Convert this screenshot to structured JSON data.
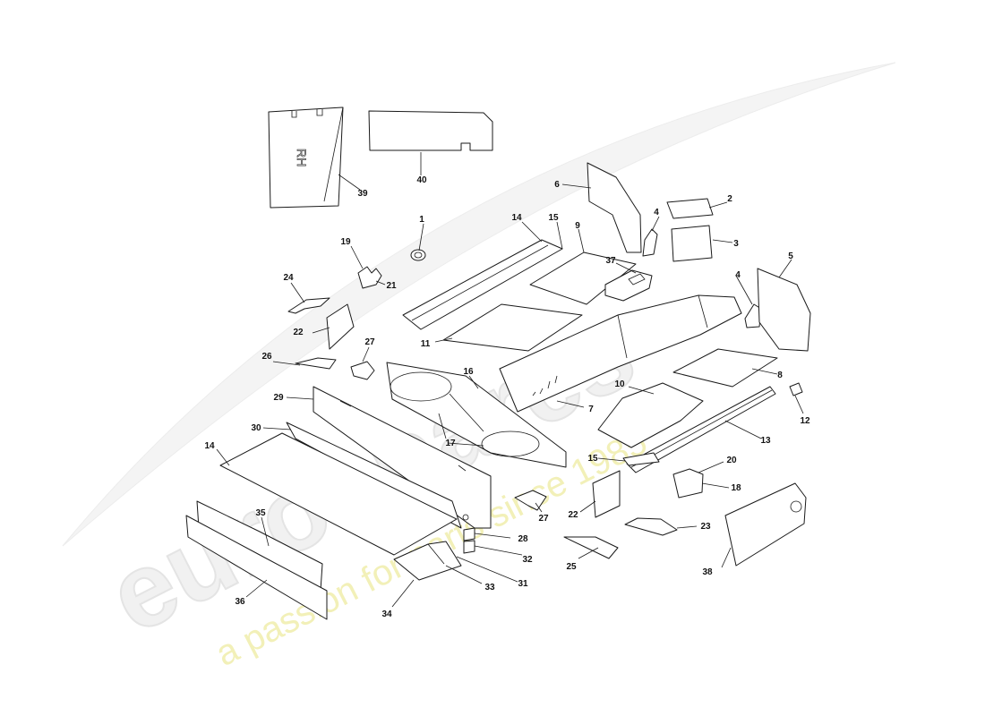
{
  "watermark": {
    "brand": "eurospares",
    "tagline": "a passion for parts since 1985",
    "tagline_color": "#f2f0b8"
  },
  "embossed_text": "RH",
  "callouts": {
    "c1": "1",
    "c2": "2",
    "c3": "3",
    "c4a": "4",
    "c4b": "4",
    "c5": "5",
    "c6": "6",
    "c7": "7",
    "c8": "8",
    "c9": "9",
    "c10": "10",
    "c11": "11",
    "c12": "12",
    "c13": "13",
    "c14a": "14",
    "c14b": "14",
    "c15a": "15",
    "c15b": "15",
    "c16": "16",
    "c17": "17",
    "c18": "18",
    "c19": "19",
    "c20": "20",
    "c21": "21",
    "c22a": "22",
    "c22b": "22",
    "c23": "23",
    "c24": "24",
    "c25": "25",
    "c26": "26",
    "c27a": "27",
    "c27b": "27",
    "c28": "28",
    "c29": "29",
    "c30": "30",
    "c31": "31",
    "c32": "32",
    "c33": "33",
    "c34": "34",
    "c35": "35",
    "c36": "36",
    "c37": "37",
    "c38": "38",
    "c39": "39",
    "c40": "40"
  }
}
